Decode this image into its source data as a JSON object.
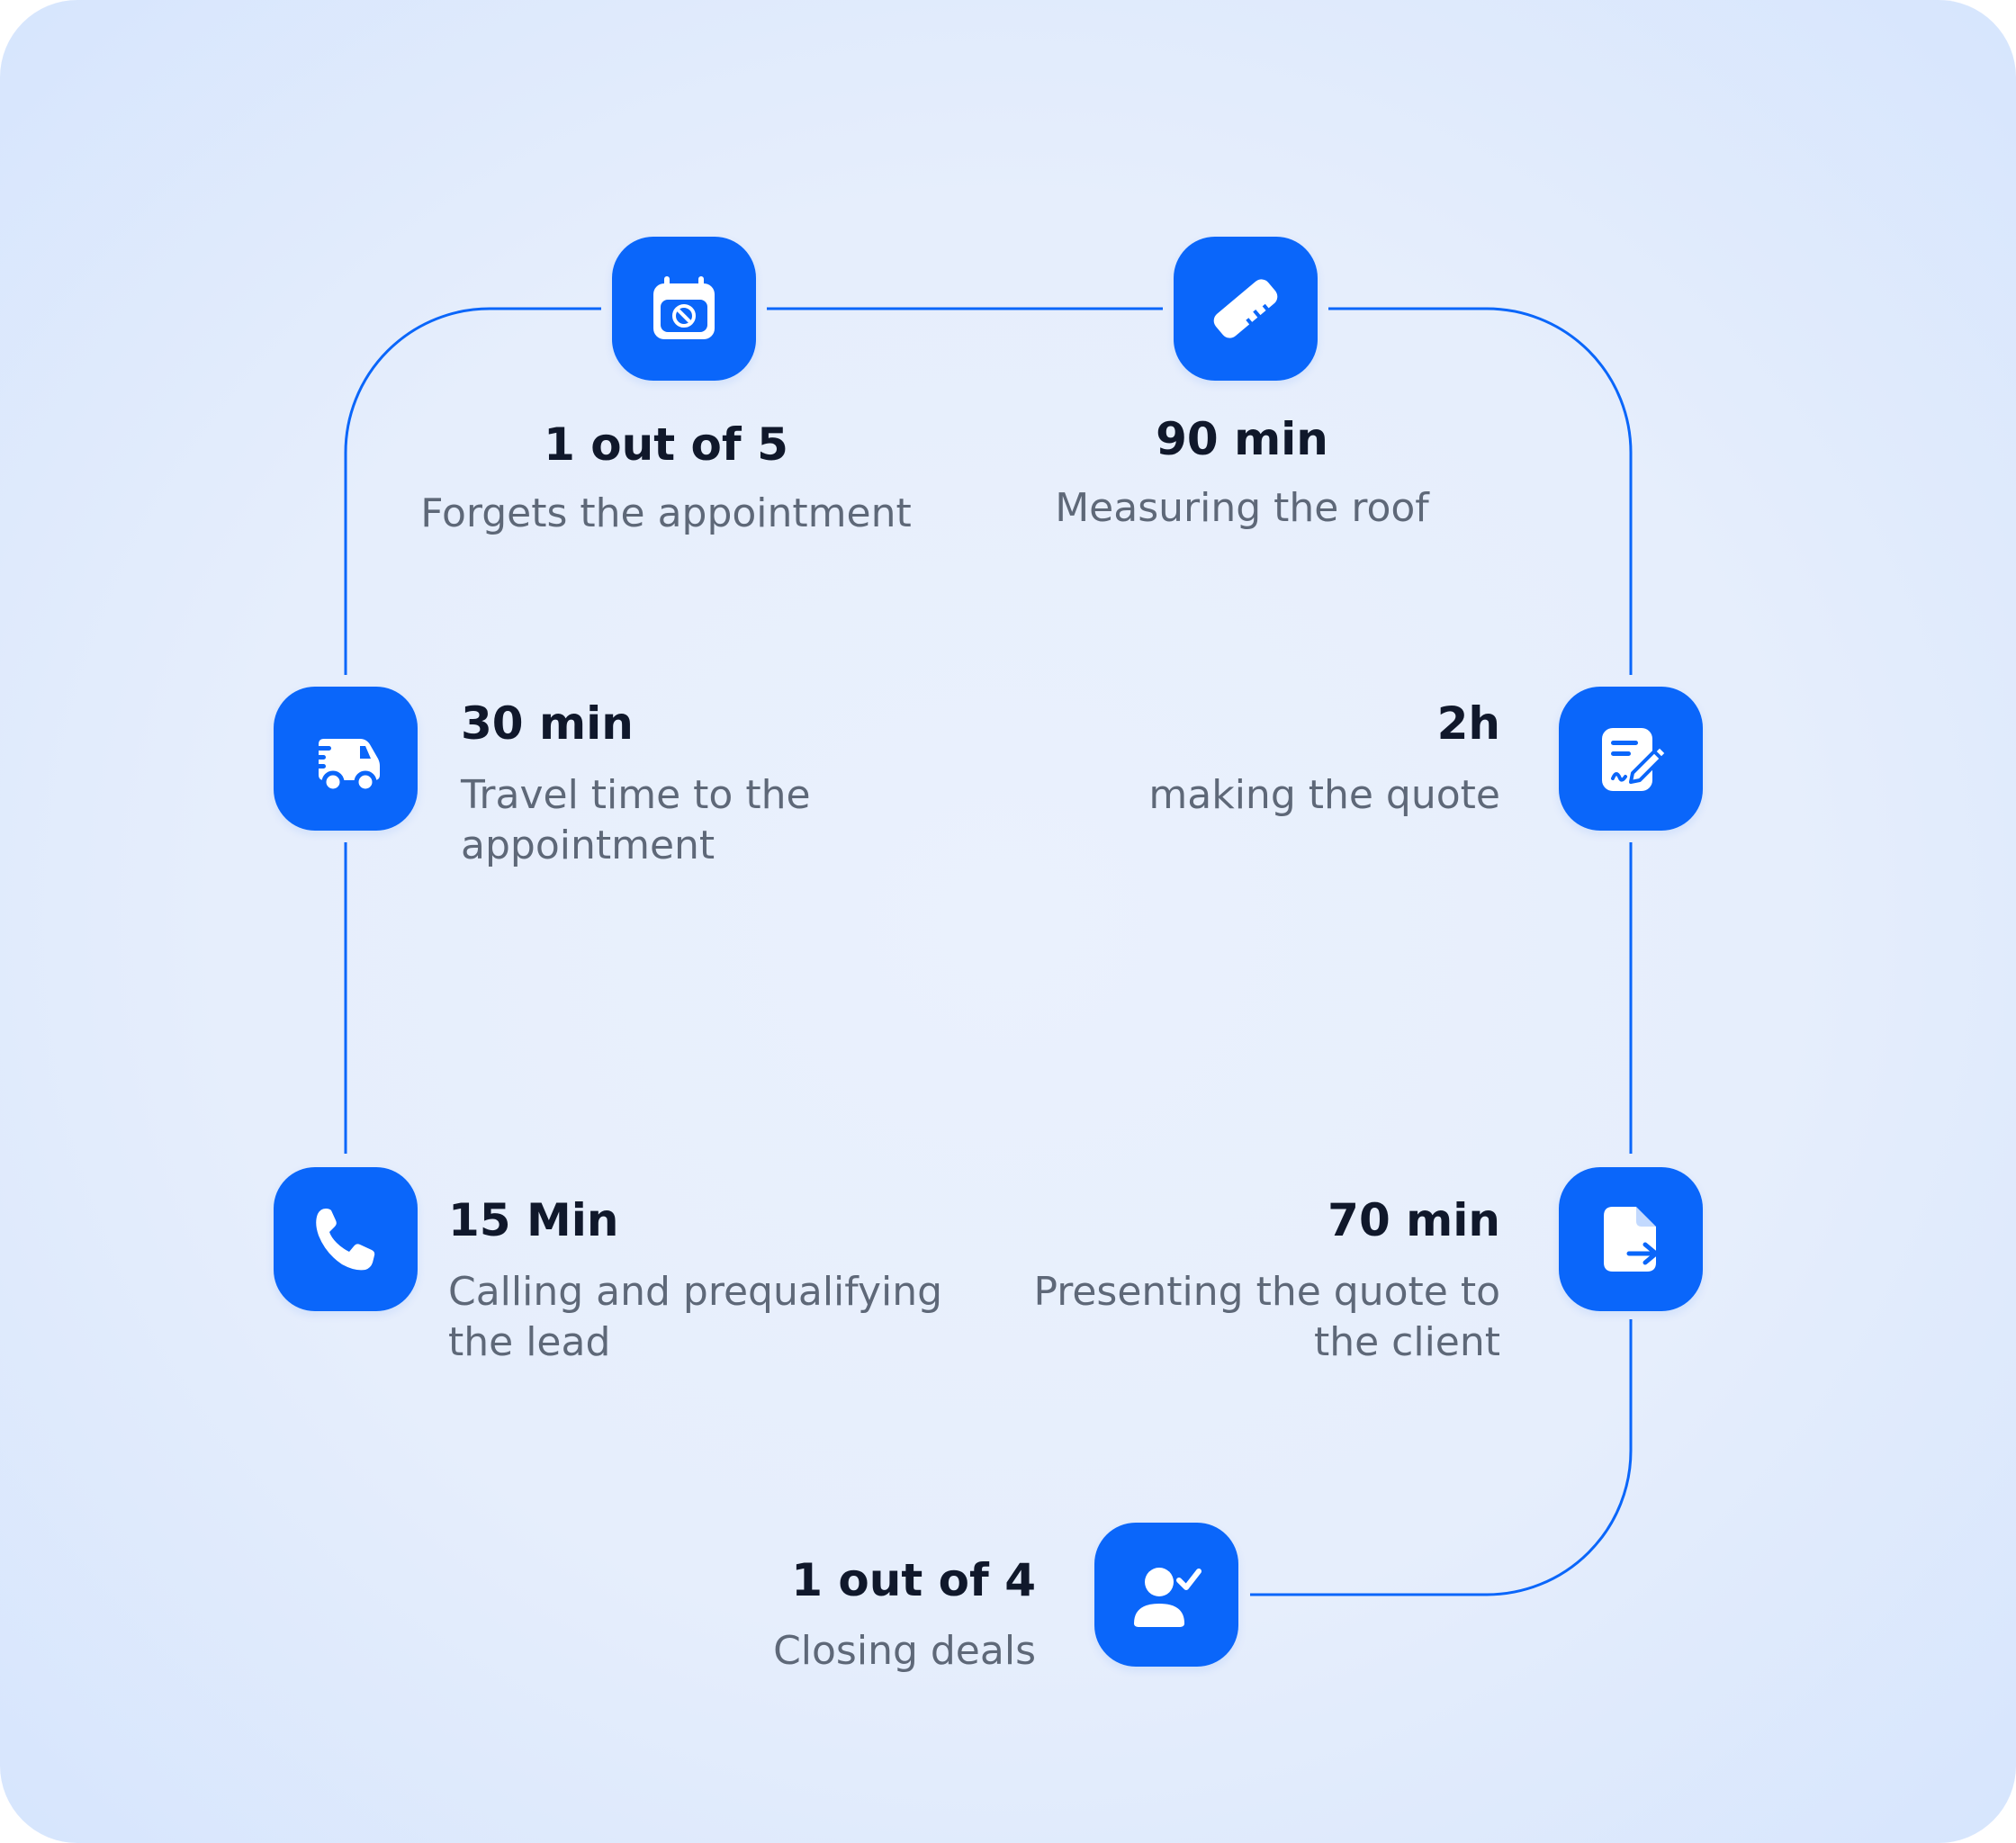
{
  "colors": {
    "accent": "#0a66fa",
    "stat_text": "#10182b",
    "description_text": "#5e6878",
    "background": "#e8f0fd"
  },
  "steps": [
    {
      "icon": "calendar-blocked-icon",
      "stat": "1 out of 5",
      "description": "Forgets the appointment"
    },
    {
      "icon": "ruler-icon",
      "stat": "90 min",
      "description": "Measuring the roof"
    },
    {
      "icon": "delivery-truck-icon",
      "stat": "30 min",
      "description": "Travel time to the appointment"
    },
    {
      "icon": "signed-document-pen-icon",
      "stat": "2h",
      "description": "making the quote"
    },
    {
      "icon": "phone-icon",
      "stat": "15 Min",
      "description": "Calling and prequalifying the lead"
    },
    {
      "icon": "document-send-icon",
      "stat": "70 min",
      "description": "Presenting the quote to the client"
    },
    {
      "icon": "user-check-icon",
      "stat": "1 out of 4",
      "description": "Closing deals"
    }
  ]
}
